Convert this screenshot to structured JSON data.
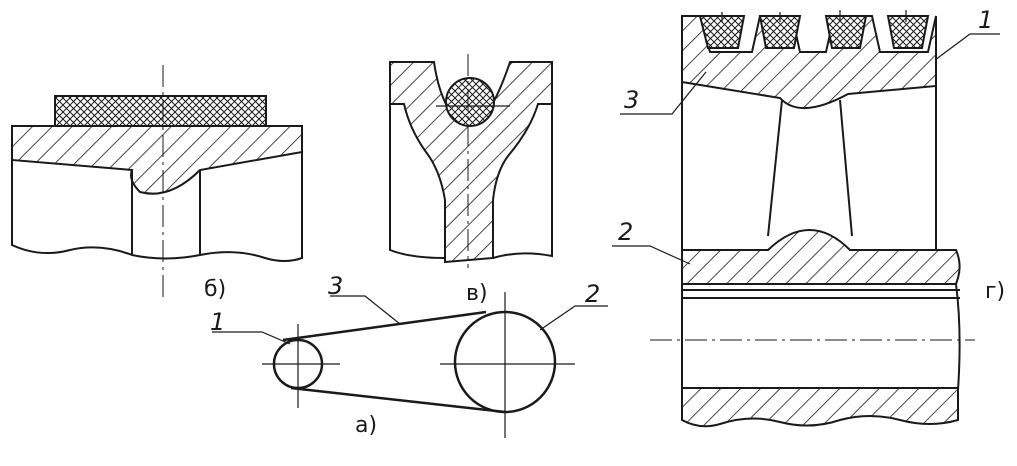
{
  "figure": {
    "views": {
      "a": {
        "label": "а)"
      },
      "b": {
        "label": "б)"
      },
      "v": {
        "label": "в)"
      },
      "g": {
        "label": "г)"
      }
    },
    "callouts": {
      "a_1": "1",
      "a_2": "2",
      "a_3": "3",
      "g_1": "1",
      "g_2": "2",
      "g_3": "3"
    }
  }
}
